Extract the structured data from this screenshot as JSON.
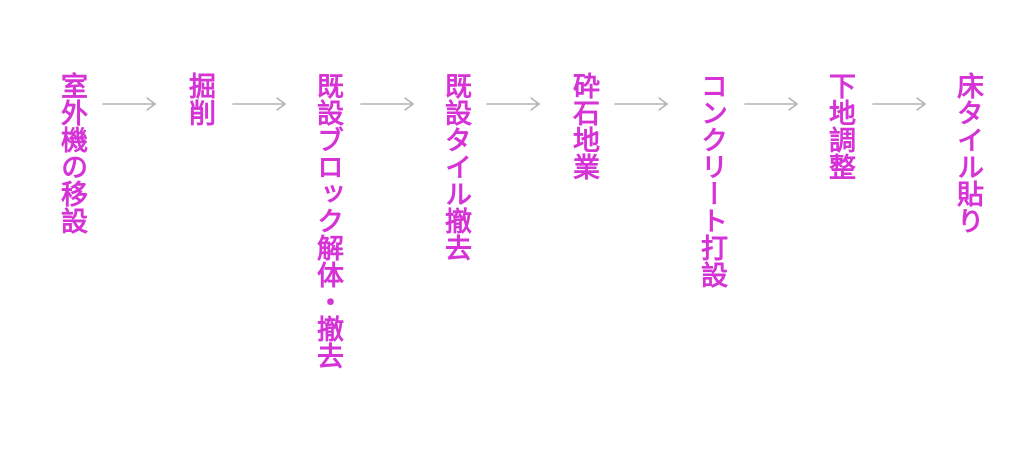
{
  "diagram": {
    "text_color": "#d633d6",
    "arrow_color": "#b3b3b3",
    "steps": [
      {
        "label": "室外機の移設"
      },
      {
        "label": "掘削"
      },
      {
        "label": "既設ブロック解体・撤去"
      },
      {
        "label": "既設タイル撤去"
      },
      {
        "label": "砕石地業"
      },
      {
        "label": "コンクリート打設"
      },
      {
        "label": "下地調整"
      },
      {
        "label": "床タイル貼り"
      }
    ]
  }
}
